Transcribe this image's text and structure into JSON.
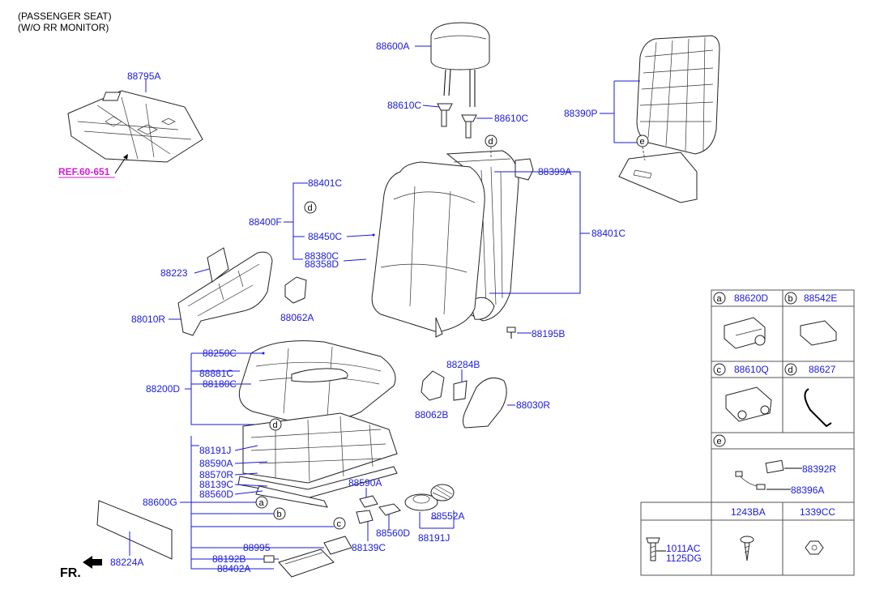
{
  "header": {
    "line1": "(PASSENGER SEAT)",
    "line2": "(W/O RR MONITOR)"
  },
  "ref_label": "REF.60-651",
  "fr_label": "FR.",
  "labels": {
    "p88600A": "88600A",
    "p88610C_l": "88610C",
    "p88610C_r": "88610C",
    "p88795A": "88795A",
    "p88390P": "88390P",
    "p88399A": "88399A",
    "p88401C_t": "88401C",
    "p88400F": "88400F",
    "p88450C": "88450C",
    "p88380C": "88380C",
    "p88358D": "88358D",
    "p88401C_r": "88401C",
    "p88223": "88223",
    "p88010R": "88010R",
    "p88062A": "88062A",
    "p88195B": "88195B",
    "p88250C": "88250C",
    "p88881C": "88881C",
    "p88180C": "88180C",
    "p88200D": "88200D",
    "p88284B": "88284B",
    "p88062B": "88062B",
    "p88030R": "88030R",
    "p88191J_l": "88191J",
    "p88590A_l": "88590A",
    "p88570R": "88570R",
    "p88139C_l": "88139C",
    "p88560D_l": "88560D",
    "p88600G": "88600G",
    "p88590A_r": "88590A",
    "p88552A": "88552A",
    "p88560D_r": "88560D",
    "p88191J_r": "88191J",
    "p88139C_r": "88139C",
    "p88995": "88995",
    "p88192B": "88192B",
    "p88402A": "88402A",
    "p88224A": "88224A"
  },
  "callouts": {
    "a": "a",
    "b": "b",
    "c": "c",
    "d": "d",
    "e": "e"
  },
  "legend": {
    "a": {
      "letter": "a",
      "part": "88620D"
    },
    "b": {
      "letter": "b",
      "part": "88542E"
    },
    "c": {
      "letter": "c",
      "part": "88610Q"
    },
    "d": {
      "letter": "d",
      "part": "88627"
    },
    "e": {
      "letter": "e",
      "part1": "88392R",
      "part2": "88396A"
    },
    "bolts": {
      "col1_a": "1011AC",
      "col1_b": "1125DG",
      "col2": "1243BA",
      "col3": "1339CC"
    }
  }
}
